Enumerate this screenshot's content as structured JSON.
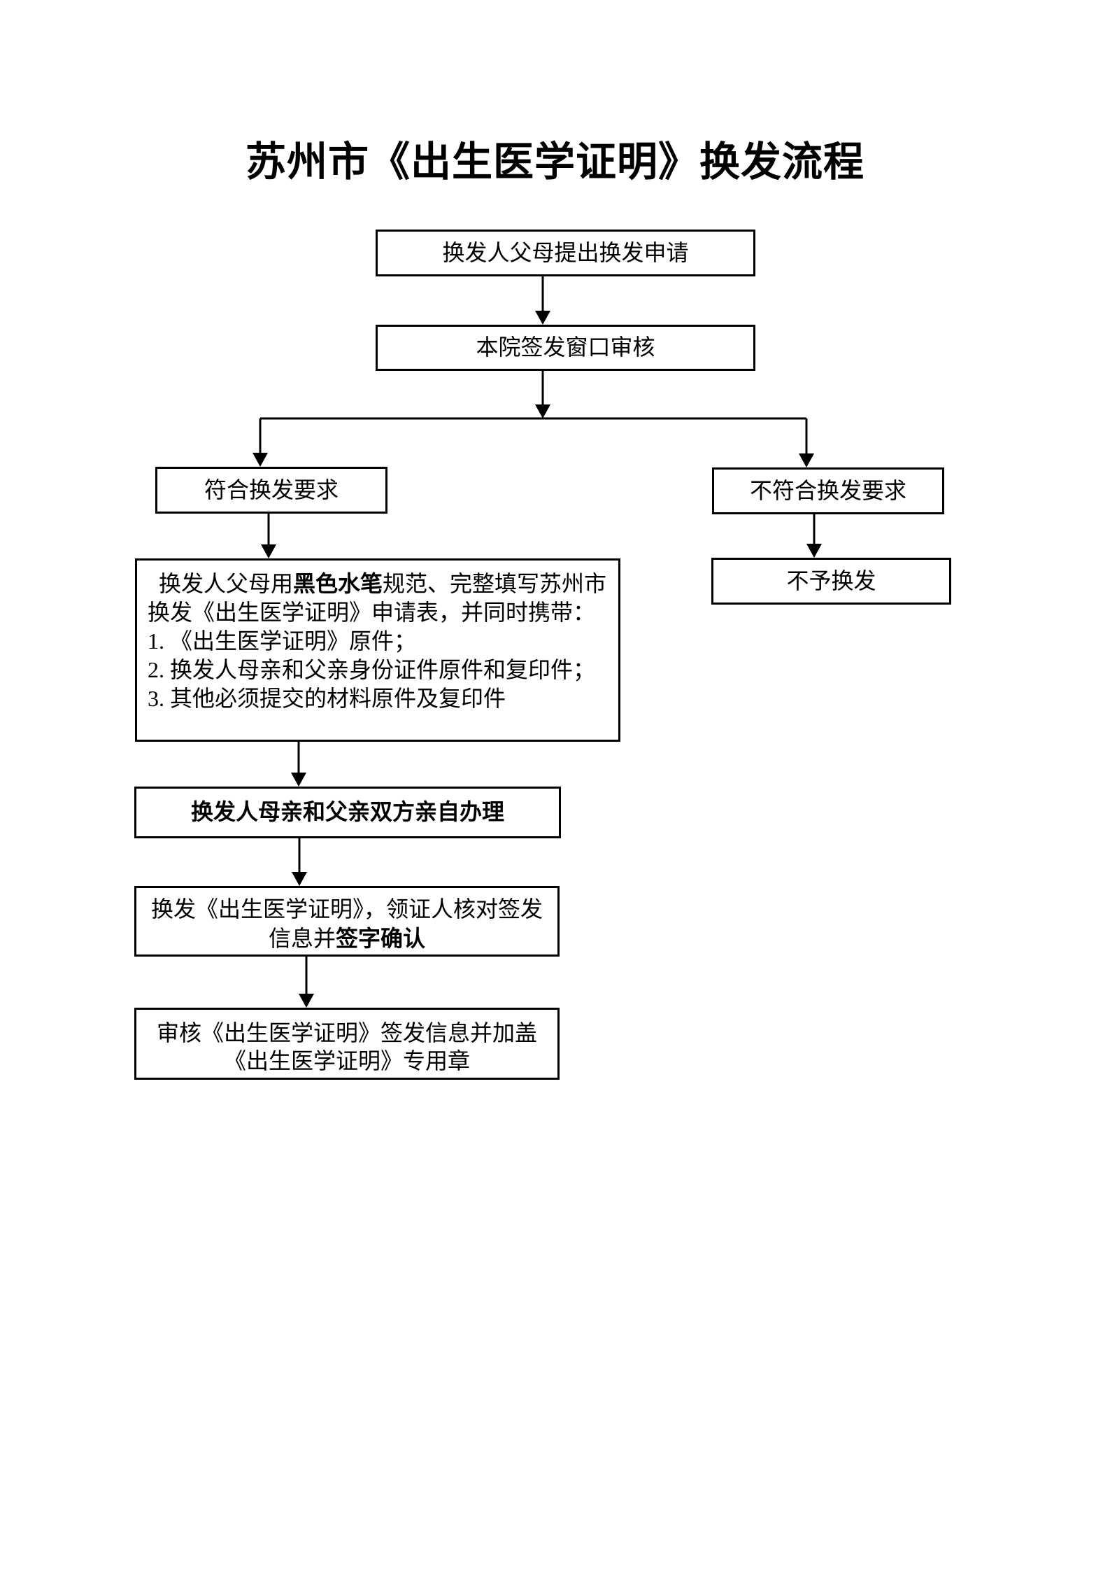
{
  "page": {
    "title": "苏州市《出生医学证明》换发流程",
    "background_color": "#ffffff",
    "ink_color": "#000000"
  },
  "flowchart": {
    "apply": {
      "label": "换发人父母提出换发申请"
    },
    "review": {
      "label": "本院签发窗口审核"
    },
    "qualified": {
      "label": "符合换发要求"
    },
    "unqualified": {
      "label": "不符合换发要求"
    },
    "no_reissue": {
      "label": "不予换发"
    },
    "materials": {
      "line1_pre": "换发人父母用",
      "line1_bold": "黑色水笔",
      "line1_post": "规范、完整填写苏州市",
      "line2": "换发《出生医学证明》申请表，并同时携带：",
      "item1": "1. 《出生医学证明》原件；",
      "item2": "2. 换发人母亲和父亲身份证件原件和复印件；",
      "item3": "3. 其他必须提交的材料原件及复印件"
    },
    "in_person": {
      "label": "换发人母亲和父亲双方亲自办理"
    },
    "confirm": {
      "line1": "换发《出生医学证明》，领证人核对签发",
      "line2_pre": "信息并",
      "line2_bold": "签字确认"
    },
    "seal": {
      "line1": "审核《出生医学证明》签发信息并加盖",
      "line2": "《出生医学证明》专用章"
    }
  }
}
